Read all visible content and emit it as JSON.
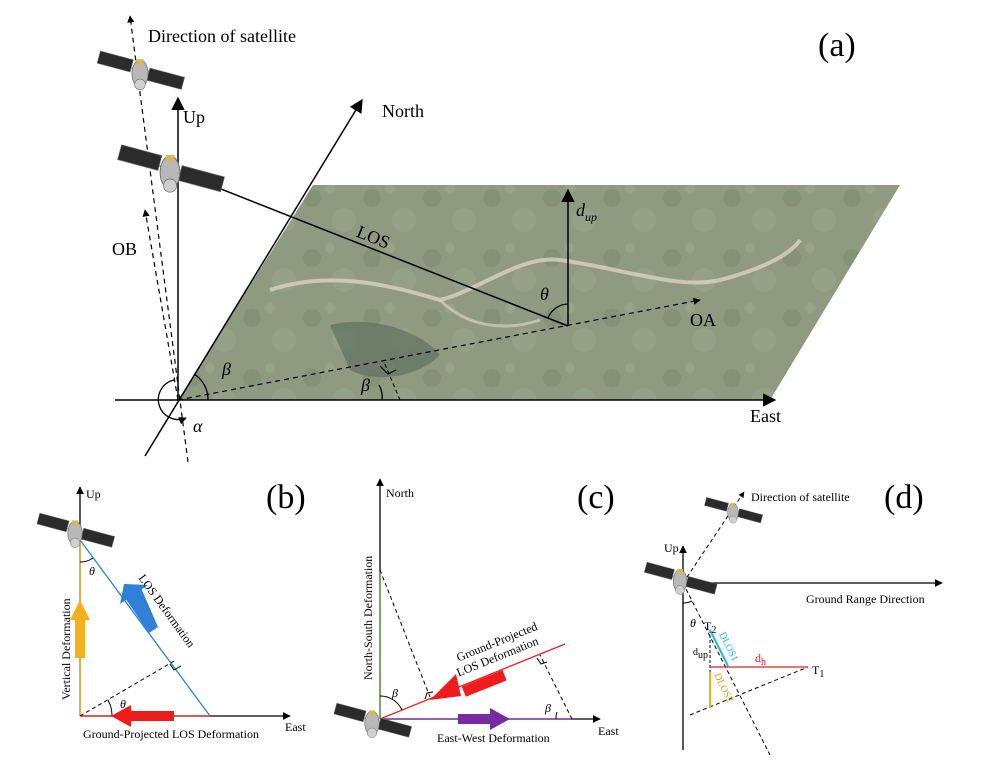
{
  "panel_a": {
    "tag": "(a)",
    "direction_of_satellite": "Direction of satellite",
    "up": "Up",
    "north": "North",
    "east": "East",
    "los": "LOS",
    "d_up": "d",
    "d_up_sub": "up",
    "theta": "θ",
    "beta": "β",
    "alpha": "α",
    "ob": "OB",
    "oa": "OA"
  },
  "panel_b": {
    "tag": "(b)",
    "up": "Up",
    "east": "East",
    "los_deformation": "LOS Deformation",
    "vertical_deformation": "Vertical Deformation",
    "ground_projected": "Ground-Projected LOS Deformation",
    "theta": "θ"
  },
  "panel_c": {
    "tag": "(c)",
    "north": "North",
    "east": "East",
    "north_south": "North-South Deformation",
    "east_west": "East-West Deformation",
    "ground_projected_1": "Ground-Projected",
    "ground_projected_2": "LOS Deformation",
    "beta": "β"
  },
  "panel_d": {
    "tag": "(d)",
    "direction_of_satellite": "Direction of satellite",
    "up": "Up",
    "ground_range": "Ground Range Direction",
    "theta": "θ",
    "t1": "T",
    "t1_sub": "1",
    "t2": "T",
    "t2_sub": "2",
    "d_up": "d",
    "d_up_sub": "up",
    "d_h": "d",
    "d_h_sub": "h",
    "d_los_1": "D",
    "d_los_1_sub": "LOS1",
    "d_los_2": "D",
    "d_los_2_sub": "LOS2"
  },
  "colors": {
    "terrain": "#8f9a80",
    "vertical": "#f2b01a",
    "los": "#2f80d8",
    "ground": "#ee1c1c",
    "eastwest": "#7a2aa0",
    "northsouth": "#5aa040",
    "cyan": "#20b8e0"
  }
}
